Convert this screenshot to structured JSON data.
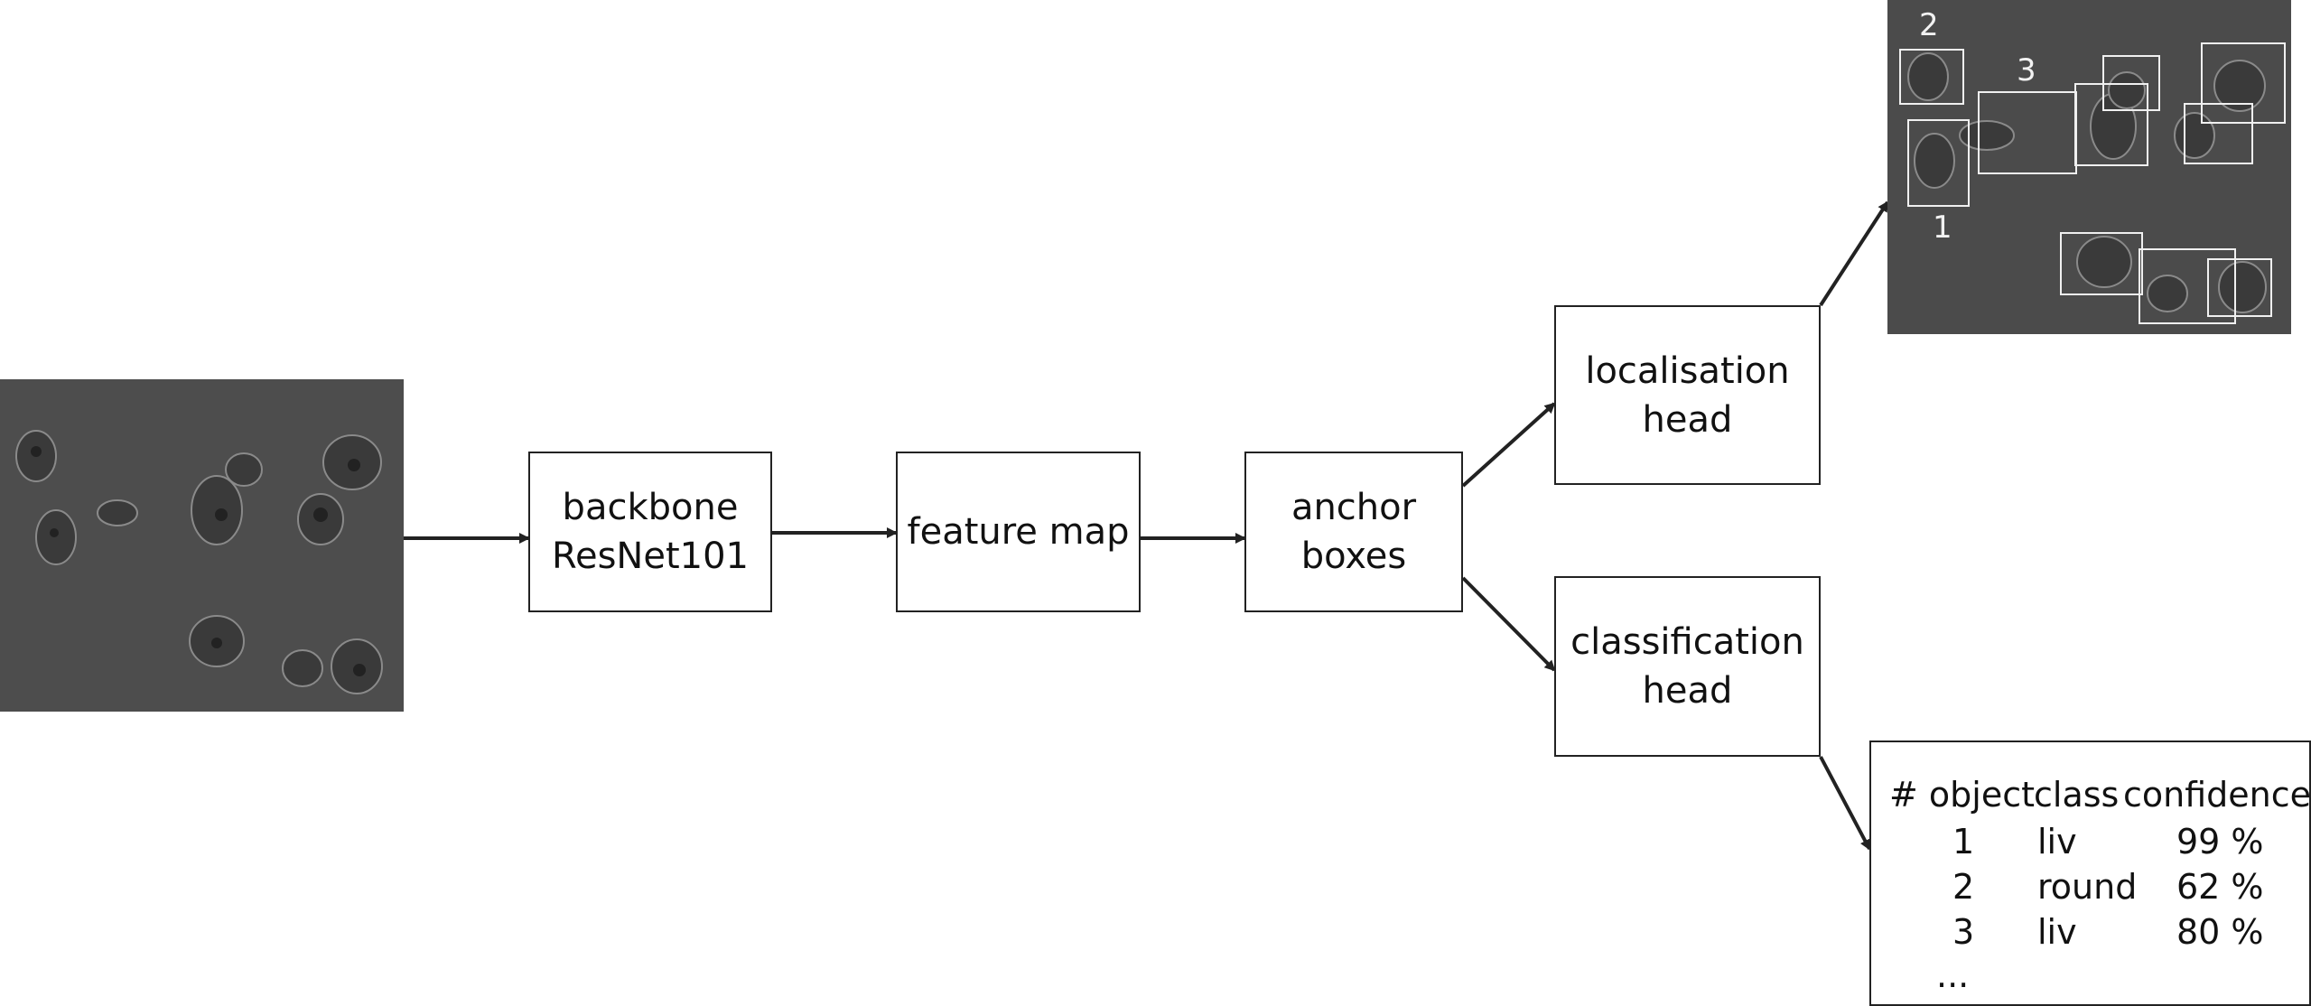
{
  "input_image": {
    "name": "input-micrograph"
  },
  "nodes": {
    "backbone": [
      "backbone",
      "ResNet101"
    ],
    "feature_map": [
      "feature map"
    ],
    "anchor": [
      "anchor",
      "boxes"
    ],
    "localisation": [
      "localisation",
      "head"
    ],
    "classification": [
      "classification",
      "head"
    ]
  },
  "output_image": {
    "labels": [
      "2",
      "3",
      "1"
    ]
  },
  "output_table": {
    "headers": [
      "# object",
      "class",
      "confidence"
    ],
    "rows": [
      [
        "1",
        "liv",
        "99 %"
      ],
      [
        "2",
        "round",
        "62 %"
      ],
      [
        "3",
        "liv",
        "80 %"
      ]
    ],
    "ellipsis": "..."
  },
  "colors": {
    "stroke": "#222222",
    "micrograph_bg": "#4a4a4a",
    "bbox": "#f0f0f0"
  }
}
